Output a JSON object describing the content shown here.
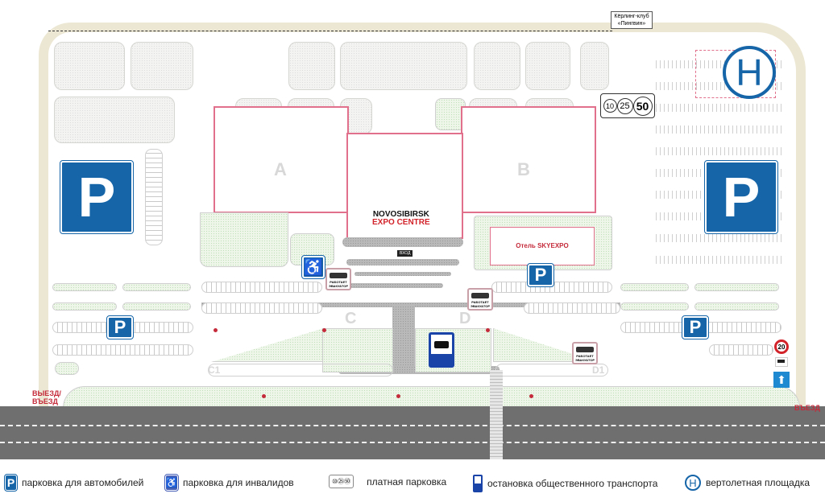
{
  "map": {
    "building": {
      "logo_line1": "NOVOSIBIRSK",
      "logo_line2": "EXPO CENTRE",
      "hall_a": "A",
      "hall_b": "B",
      "entrance": "ВХОД"
    },
    "hotel": "Отель SKYEXPO",
    "curling_club": "Кёрлинг-клуб «Пингвин»",
    "paid_parking_sign": [
      "10",
      "25",
      "50"
    ],
    "zones": {
      "c": "C",
      "d": "D",
      "c1": "C1",
      "d1": "D1"
    },
    "parking_letter": "P",
    "helipad_letter": "H",
    "evacuator_text": "РАБОТАЕТ ЭВАКУАТОР",
    "exit_left": "ВЫЕЗД/ ВЪЕЗД",
    "exit_right": "ВЪЕЗД",
    "speed_limit": "20"
  },
  "legend": [
    {
      "icon": "parking-icon",
      "label": "парковка для автомобилей"
    },
    {
      "icon": "wheelchair-icon",
      "label": "парковка для инвалидов"
    },
    {
      "icon": "paid-parking-icon",
      "label": "платная парковка"
    },
    {
      "icon": "bus-stop-icon",
      "label": "остановка общественного транспорта"
    },
    {
      "icon": "helipad-icon",
      "label": "вертолетная площадка"
    }
  ],
  "colors": {
    "parking_blue": "#1565a8",
    "building_outline": "#e0708c",
    "label_red": "#c42a3a",
    "road": "#6f6f6f",
    "perimeter": "#e9e4cf"
  }
}
